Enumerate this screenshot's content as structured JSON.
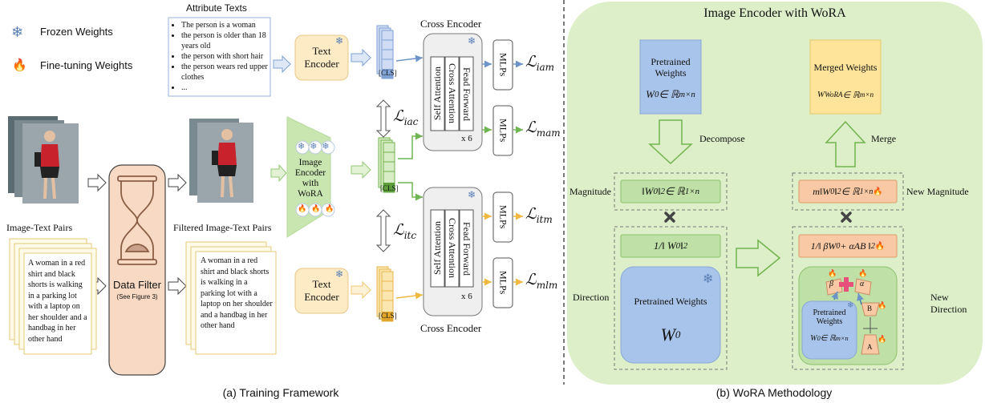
{
  "legend": {
    "frozen_label": "Frozen Weights",
    "finetune_label": "Fine-tuning Weights",
    "frozen_icon": "snowflake-icon",
    "finetune_icon": "flame-icon"
  },
  "training": {
    "attribute_title": "Attribute Texts",
    "attribute_items": [
      "The person is a woman",
      "the person is older than 18 years old",
      "the person with short hair",
      "the person wears red upper clothes",
      "..."
    ],
    "text_encoder_label": "Text Encoder",
    "image_encoder_label": "Image Encoder with WoRA",
    "image_text_pairs_label": "Image-Text Pairs",
    "filtered_pairs_label": "Filtered Image-Text Pairs",
    "caption_text": "A woman in a red shirt and black shorts is walking in a parking lot with a laptop on her shoulder and a handbag in her other hand",
    "data_filter_label": "Data Filter",
    "data_filter_sub": "(See Figure 3)",
    "cls_label": "[CLS]",
    "cross_encoder_label": "Cross Encoder",
    "self_attention": "Self Attention",
    "cross_attention": "Cross Attention",
    "feed_forward": "Fead Forward",
    "repeat": "x 6",
    "mlps": "MLPs",
    "loss_iam": "iam",
    "loss_mam": "mam",
    "loss_itm": "itm",
    "loss_mlm": "mlm",
    "loss_iac": "iac",
    "loss_itc": "itc",
    "panel_caption": "(a)  Training Framework"
  },
  "wora": {
    "title": "Image Encoder with WoRA",
    "pretrained_weights": "Pretrained Weights",
    "merged_weights": "Merged Weights",
    "decompose": "Decompose",
    "merge": "Merge",
    "magnitude_label": "Magnitude",
    "new_magnitude_label": "New Magnitude",
    "direction_label": "Direction",
    "new_direction_label": "New Direction",
    "panel_caption": "(b) WoRA Methodology",
    "colors": {
      "panel_bg": "#dcefc8",
      "blue_box": "#a9c4ea",
      "yellow_box": "#fde49a",
      "green_box": "#bfe0a6",
      "orange_box": "#f8c9a4",
      "encoder_yellow": "#fcebc4",
      "filter_box": "#f8d9c3"
    }
  }
}
